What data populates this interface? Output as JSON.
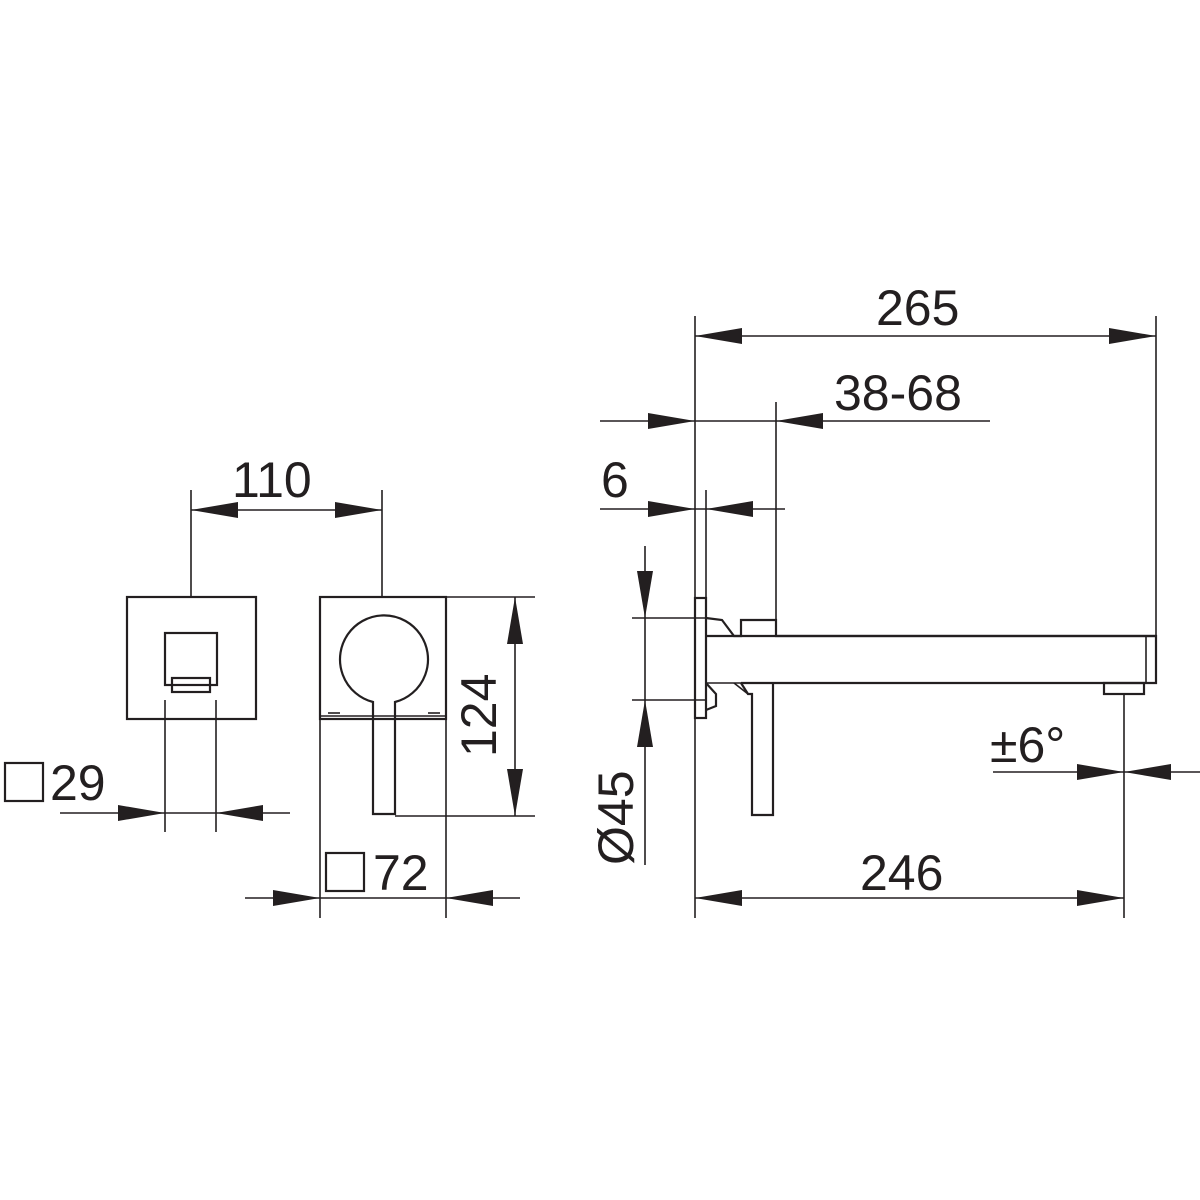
{
  "drawing": {
    "front_view": {
      "spacing": "110",
      "square_29": "29",
      "square_72": "72",
      "height": "124"
    },
    "side_view": {
      "overall": "265",
      "wall_depth": "38-68",
      "rosette": "6",
      "diameter": "45",
      "spout": "246",
      "angle": "±6°"
    },
    "line_color": "#231f20"
  }
}
